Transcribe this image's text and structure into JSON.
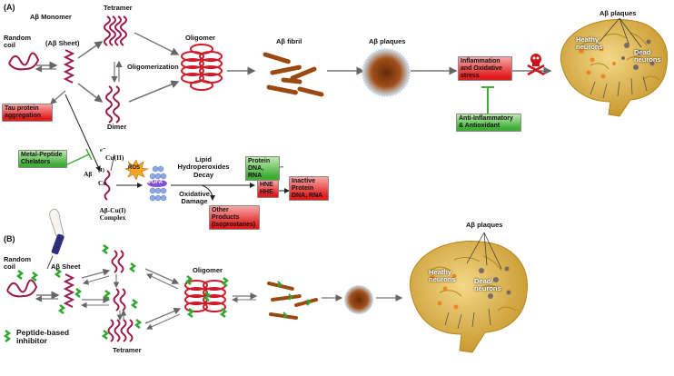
{
  "panel_a": {
    "label": "(A)",
    "ab_monomer": "Aβ Monomer",
    "random_coil": "Random coil",
    "ab_sheet": "(Aβ Sheet)",
    "tetramer": "Tetramer",
    "oligomerization": "Oligomerization",
    "oligomer": "Oligomer",
    "dimer": "Dimer",
    "ab_fibril": "Aβ  fibril",
    "ab_plaques": "Aβ  plaques",
    "tau": "Tau protein aggregation",
    "inflammation": "Inflammation and Oxidative stress",
    "anti_inflammatory": "Anti-Inflammatory & Antioxidant",
    "brain_plaques": "Aβ  plaques",
    "heathy_neurons": "Heathy neurons",
    "dead_neurons": "Dead neurons",
    "metal_chelators": "Metal-Peptide Chelators",
    "electron": "e⁻",
    "cu2": "Cu(II)",
    "ab_i": "Aβ",
    "i_sym": "(I)",
    "cu": "Cu",
    "ros": "ROS",
    "pufa": "PUFA",
    "complex": "Aβ-Cu(I) Complex",
    "lipid": "Lipid Hydroperoxides Decay",
    "oxidative_damage": "Oxidative Damage",
    "hne_hhe": "HNE HHE",
    "protein_dna": "Protein DNA, RNA",
    "inactive": "Inactive Protein DNA, RNA",
    "other_products": "Other Products (Isoprostanes)"
  },
  "panel_b": {
    "label": "(B)",
    "random_coil": "Random coil",
    "ab_sheet": "Aβ Sheet",
    "oligomer": "Oligomer",
    "tetramer": "Tetramer",
    "inhibitor": "Peptide-based inhibitor",
    "brain_plaques": "Aβ  plaques",
    "heathy_neurons": "Heathy neurons",
    "dead_neurons": "Dead/ neurons"
  },
  "colors": {
    "peptide": "#9b1b4b",
    "fibril": "#9a4a10",
    "inhibitor": "#2fa82f",
    "brain": "#d9b25a",
    "red_box": "#e21c1c",
    "green_box": "#3fae35"
  }
}
